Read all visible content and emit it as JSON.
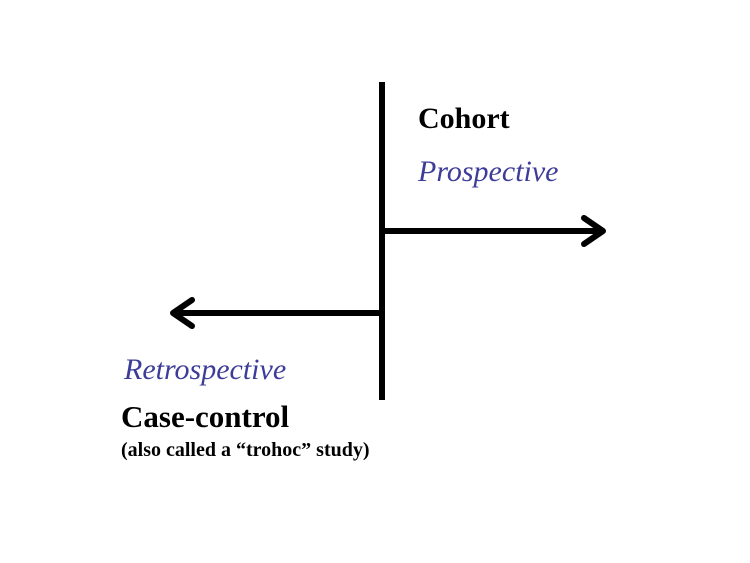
{
  "colors": {
    "text": "#000000",
    "accent": "#3d3d99",
    "line": "#000000"
  },
  "cohort": {
    "title": "Cohort",
    "direction_label": "Prospective"
  },
  "case_control": {
    "title": "Case-control",
    "note": "(also called a “trohoc” study)",
    "direction_label": "Retrospective"
  }
}
